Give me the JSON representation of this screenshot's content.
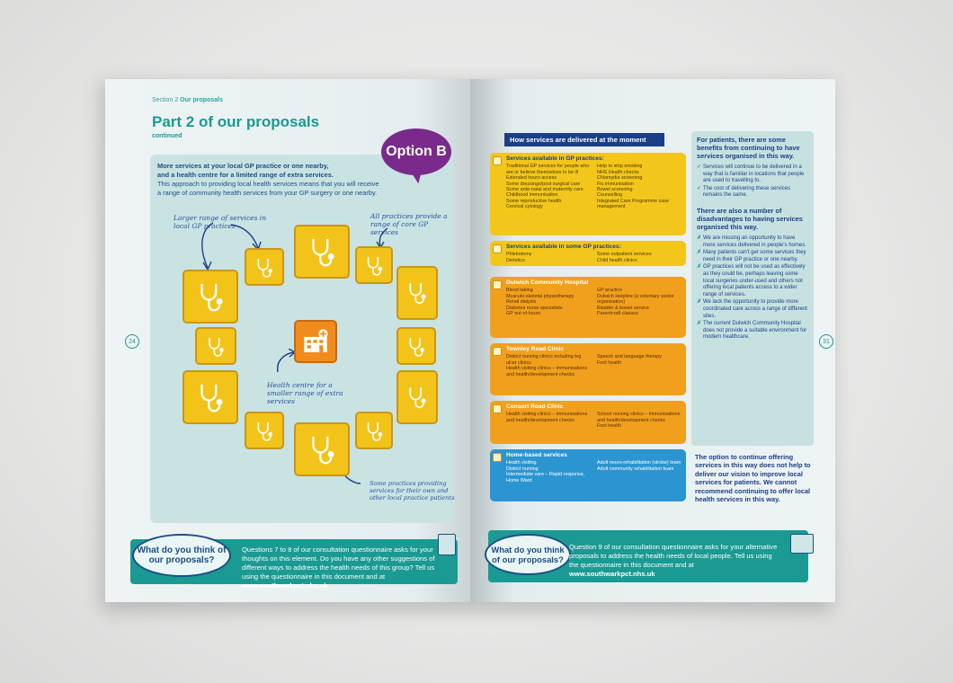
{
  "left": {
    "section_label_prefix": "Section 2",
    "section_label_title": "Our proposals",
    "title": "Part 2 of our proposals",
    "subtitle": "continued",
    "option_badge": "Option B",
    "intro_bold_1": "More services at your local GP practice or one nearby,",
    "intro_bold_2": "and a health centre for a limited range of extra services.",
    "intro_body": "This approach to providing local health services means that you will receive a range of community health services from your GP surgery or one nearby.",
    "label_larger": "Larger range of services in local GP practices",
    "label_all": "All practices provide a range of core GP services",
    "label_health_centre": "Health centre for a smaller range of extra services",
    "label_some": "Some practices providing services for their own and other local practice patients",
    "page_number": "24",
    "banner_bubble": "What do you think of our proposals?",
    "banner_text": "Questions 7 to 8 of our consultation questionnaire asks for your thoughts on this element. Do you have any other suggestions of different ways to address the health needs of this group? Tell us using the questionnaire in this document and at",
    "banner_url": "www.southwarkpct.nhs.uk"
  },
  "right": {
    "how_header": "How services are delivered at the moment",
    "boxes": [
      {
        "title": "Services available in GP practices:",
        "col1": "Traditional GP services for people who are or believe themselves to be ill\nExtended hours access\nSome dressings/post surgical care\nSome ante-natal and maternity care\nChildhood immunisation\nSome reproductive health\nCervical cytology",
        "col2": "Help to stop smoking\nNHS Health checks\nChlamydia screening\nFlu immunisation\nBowel screening\nCounselling\nIntegrated Care Programme case management"
      },
      {
        "title": "Services available in some GP practices:",
        "col1": "Phlebotomy\nDietetics",
        "col2": "Some outpatient services\nChild health clinics"
      },
      {
        "title": "Dulwich Community Hospital",
        "col1": "Blood taking\nMusculo-skeletal physiotherapy\nRenal dialysis\nDiabetes nurse specialists\nGP out-of-hours",
        "col2": "GP practice\nDulwich Helpline (a voluntary sector organisation)\nBladder & bowel service\nParentcraft classes"
      },
      {
        "title": "Townley Road Clinic",
        "col1": "District nursing clinics including leg ulcer clinics\nHealth visiting clinics – immunisations and health/development checks",
        "col2": "Speech and language therapy\nFoot health"
      },
      {
        "title": "Consort Road Clinic",
        "col1": "Health visiting clinics – immunisations and health/development checks",
        "col2": "School nursing clinics – immunisations and health/development checks\nFoot health"
      },
      {
        "title": "Home-based services",
        "col1": "Health visiting\nDistrict nursing\nIntermediate care – Rapid response, Home Ward",
        "col2": "Adult neuro-rehabilitation (stroke) team\nAdult community rehabilitation team"
      }
    ],
    "benefits_head": "For patients, there are some benefits from continuing to have services organised in this way.",
    "benefits": [
      "Services will continue to be delivered in a way that is familiar in locations that people are used to travelling to.",
      "The cost of delivering these services remains the same."
    ],
    "disadvantages_head": "There are also a number of disadvantages to having services organised this way.",
    "disadvantages": [
      "We are missing an opportunity to have more services delivered in people's homes.",
      "Many patients can't get some services they need in their GP practice or one nearby.",
      "GP practices will not be used as effectively as they could be, perhaps leaving some local surgeries under-used and others not offering local patients access to a wider range of services.",
      "We lack the opportunity to provide more coordinated care across a range of different sites.",
      "The current Dulwich Community Hospital does not provide a suitable environment for modern healthcare."
    ],
    "conclusion": "The option to continue offering services in this way does not help to deliver our vision to improve local services for patients. We cannot recommend continuing to offer local health services in this way.",
    "page_number": "31",
    "banner_bubble": "What do you think of our proposals?",
    "banner_text": "Question 9 of our consultation questionnaire asks for your alternative proposals to address the health needs of local people. Tell us using the questionnaire in this document and at",
    "banner_url": "www.southwarkpct.nhs.uk"
  },
  "colors": {
    "teal": "#1a9a93",
    "navy": "#1b3f86",
    "purple": "#7a2a8a",
    "yellow": "#f3c61c",
    "orange": "#f1a01e",
    "blue": "#2b95d2"
  }
}
